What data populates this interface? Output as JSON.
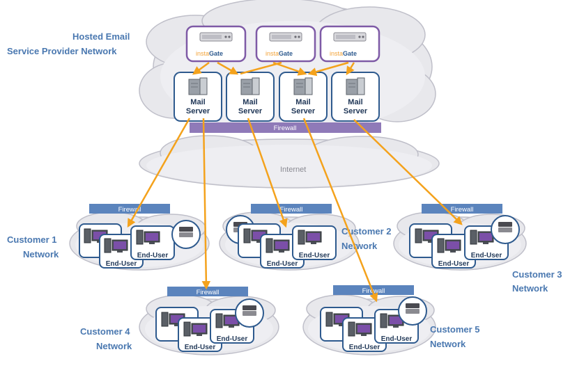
{
  "provider": {
    "title_line1": "Hosted Email",
    "title_line2": "Service Provider Network",
    "appliance_brand_a": "insta",
    "appliance_brand_b": "Gate",
    "mail_server_line1": "Mail",
    "mail_server_line2": "Server",
    "firewall": "Firewall"
  },
  "internet": "Internet",
  "customers": [
    {
      "line1": "Customer 1",
      "line2": "Network",
      "firewall": "Firewall",
      "end_user": "End-User"
    },
    {
      "line1": "Customer 2",
      "line2": "Network",
      "firewall": "Firewall",
      "end_user": "End-User"
    },
    {
      "line1": "Customer 3",
      "line2": "Network",
      "firewall": "Firewall",
      "end_user": "End-User"
    },
    {
      "line1": "Customer 4",
      "line2": "Network",
      "firewall": "Firewall",
      "end_user": "End-User"
    },
    {
      "line1": "Customer 5",
      "line2": "Network",
      "firewall": "Firewall",
      "end_user": "End-User"
    }
  ],
  "colors": {
    "arrow": "#f4a21c",
    "label": "#4a78b0",
    "firewall_provider": "#8f7ab8",
    "firewall_customer": "#5b84bd",
    "card_border": "#2e5a8e",
    "appliance_border": "#7e5aa6"
  },
  "icons": {
    "appliance": "rack-appliance-icon",
    "mail_server": "mail-server-icon",
    "workstation": "workstation-icon",
    "local_appliance": "appliance-disc-icon"
  }
}
